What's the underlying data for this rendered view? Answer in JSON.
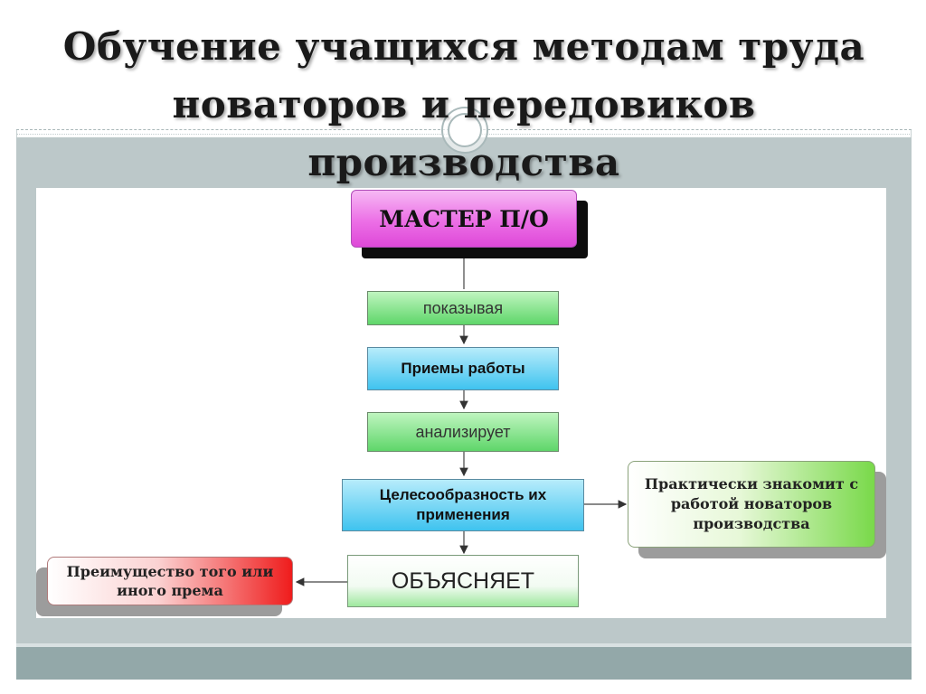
{
  "title": {
    "line1": "Обучение учащихся методам труда",
    "line2": "новаторов и передовиков",
    "line3": "производства"
  },
  "diagram": {
    "master": "МАСТЕР П/О",
    "step_showing": "показывая",
    "step_techniques": "Приемы работы",
    "step_analyzes": "анализирует",
    "step_expediency_line1": "Целесообразность их",
    "step_expediency_line2": "применения",
    "step_explains": "ОБЪЯСНЯЕТ",
    "callout_practice_line1": "Практически знакомит с",
    "callout_practice_line2": "работой новаторов",
    "callout_practice_line3": "производства",
    "callout_advantage_line1": "Преимущество того или",
    "callout_advantage_line2": "иного према"
  },
  "colors": {
    "master_fill": "#ec6fe6",
    "green_fill": "#5fd66a",
    "blue_fill": "#3fc3ef",
    "advantage_fill": "#ef1c1c",
    "practice_fill": "#79d94a",
    "slide_band": "#bcc8c9"
  }
}
